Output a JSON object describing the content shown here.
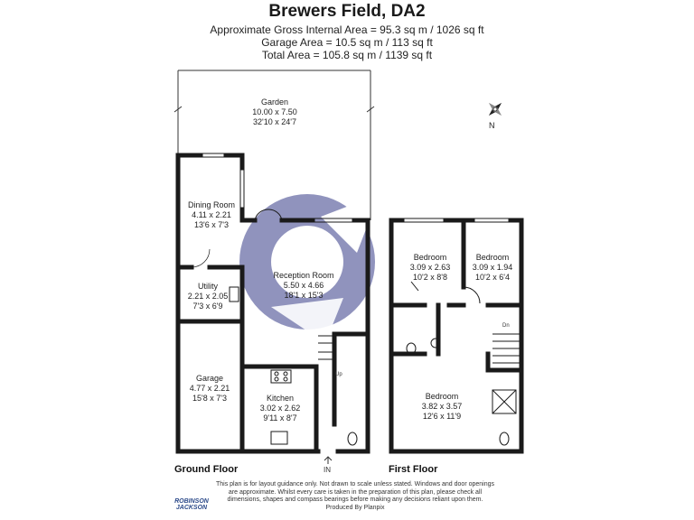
{
  "header": {
    "title": "Brewers Field, DA2",
    "gross_internal_area": "Approximate Gross Internal Area = 95.3 sq m / 1026 sq ft",
    "garage_area": "Garage Area = 10.5 sq m / 113 sq ft",
    "total_area": "Total Area = 105.8 sq m / 1139 sq ft"
  },
  "compass": {
    "icon": "compass-rose-icon",
    "label": "N"
  },
  "ground_floor": {
    "label": "Ground Floor",
    "entrance_label": "IN",
    "stairs_label": "Up",
    "rooms": [
      {
        "name": "Garden",
        "metric": "10.00 x 7.50",
        "imperial": "32'10 x 24'7"
      },
      {
        "name": "Dining Room",
        "metric": "4.11 x 2.21",
        "imperial": "13'6 x 7'3"
      },
      {
        "name": "Utility",
        "metric": "2.21 x 2.05",
        "imperial": "7'3 x 6'9"
      },
      {
        "name": "Reception Room",
        "metric": "5.50 x 4.66",
        "imperial": "18'1 x 15'3"
      },
      {
        "name": "Garage",
        "metric": "4.77 x 2.21",
        "imperial": "15'8 x 7'3"
      },
      {
        "name": "Kitchen",
        "metric": "3.02 x 2.62",
        "imperial": "9'11 x 8'7"
      }
    ]
  },
  "first_floor": {
    "label": "First Floor",
    "stairs_label": "Dn",
    "rooms": [
      {
        "name": "Bedroom",
        "metric": "3.09 x 2.63",
        "imperial": "10'2 x 8'8"
      },
      {
        "name": "Bedroom",
        "metric": "3.09 x 1.94",
        "imperial": "10'2 x 6'4"
      },
      {
        "name": "Bedroom",
        "metric": "3.82 x 3.57",
        "imperial": "12'6 x 11'9"
      }
    ]
  },
  "footer": {
    "disclaimer_lines": [
      "This plan is for layout guidance only. Not drawn to scale unless stated. Windows and door openings",
      "are approximate. Whilst every care is taken in the preparation of this plan, please check all",
      "dimensions, shapes and compass bearings before making any decisions reliant upon them.",
      "Produced By Planpix"
    ],
    "logo_line1": "ROBINSON",
    "logo_line2": "JACKSON"
  },
  "colors": {
    "wall": "#1a1a1a",
    "watermark": "#6b6fa8",
    "logo": "#2c4a8a"
  }
}
